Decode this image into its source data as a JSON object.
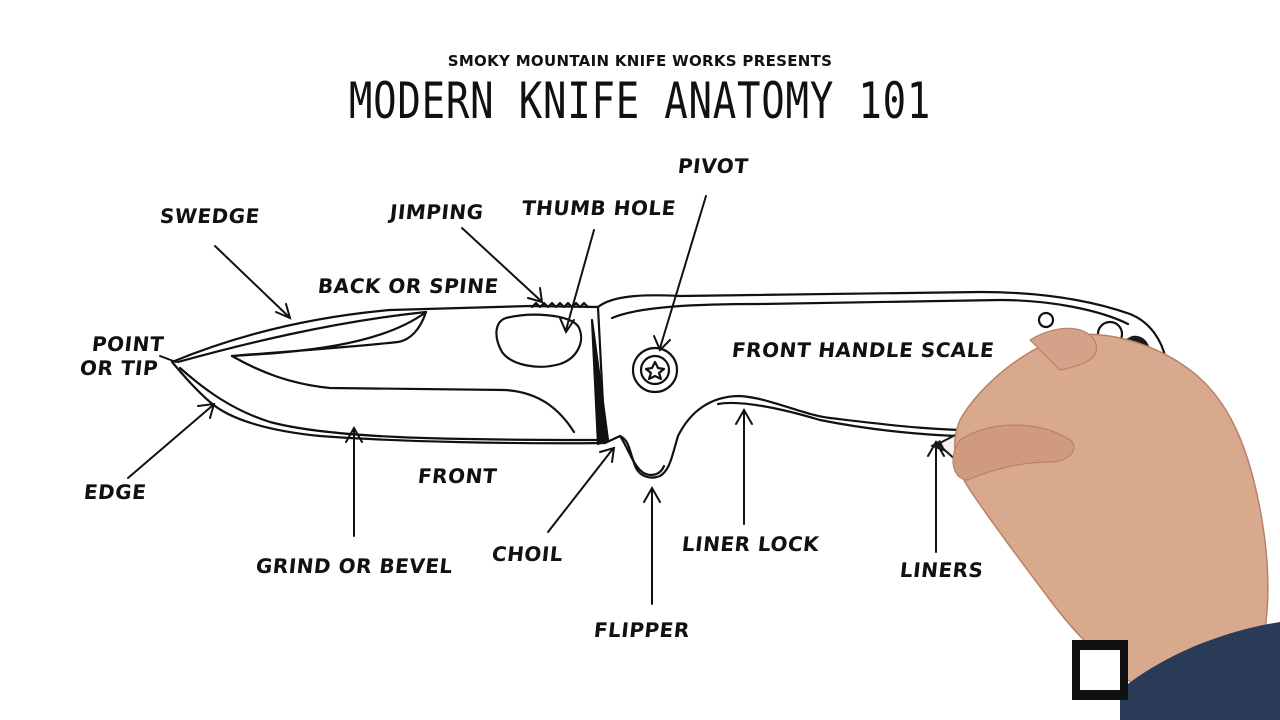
{
  "header": {
    "presenter": "SMOKY MOUNTAIN KNIFE WORKS PRESENTS",
    "title": "MODERN KNIFE ANATOMY 101"
  },
  "labels": {
    "swedge": "SWEDGE",
    "jimping": "JIMPING",
    "thumb_hole": "THUMB HOLE",
    "pivot": "PIVOT",
    "back_or_spine": "BACK OR SPINE",
    "point_line1": "POINT",
    "point_line2": "OR TIP",
    "front_handle_scale": "FRONT HANDLE SCALE",
    "edge": "EDGE",
    "front": "FRONT",
    "grind_or_bevel": "GRIND OR BEVEL",
    "choil": "CHOIL",
    "liner_lock": "LINER LOCK",
    "liners": "LINERS",
    "flipper": "FLIPPER"
  },
  "colors": {
    "ink": "#111111",
    "skin": "#d9a98e",
    "skin_shadow": "#b98168",
    "sleeve": "#2a3b57",
    "marker": "#1a1a1a"
  }
}
